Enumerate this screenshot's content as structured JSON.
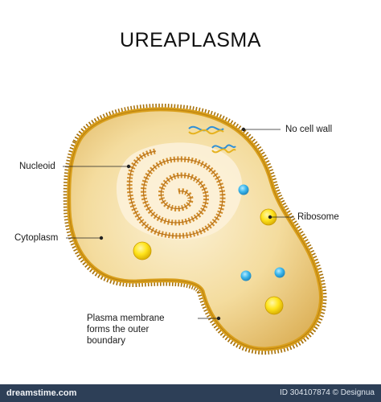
{
  "title": "UREAPLASMA",
  "labels": {
    "no_cell_wall": "No cell wall",
    "nucleoid": "Nucleoid",
    "ribosome": "Ribosome",
    "cytoplasm": "Cytoplasm",
    "plasma_membrane": [
      "Plasma membrane",
      "forms the outer",
      "boundary"
    ]
  },
  "footer": {
    "brand": "dreamstime.com",
    "id_text": "ID 304107874 © Designua"
  },
  "colors": {
    "membrane": "#c79016",
    "cytoplasm": "#f3d99a",
    "nucleoid_region": "#fbefd3",
    "dna": "#d28f2a",
    "ribosome_yellow": "#ffe21a",
    "ribosome_blue": "#37b3ea",
    "footer_bg": "#2d3f57"
  }
}
